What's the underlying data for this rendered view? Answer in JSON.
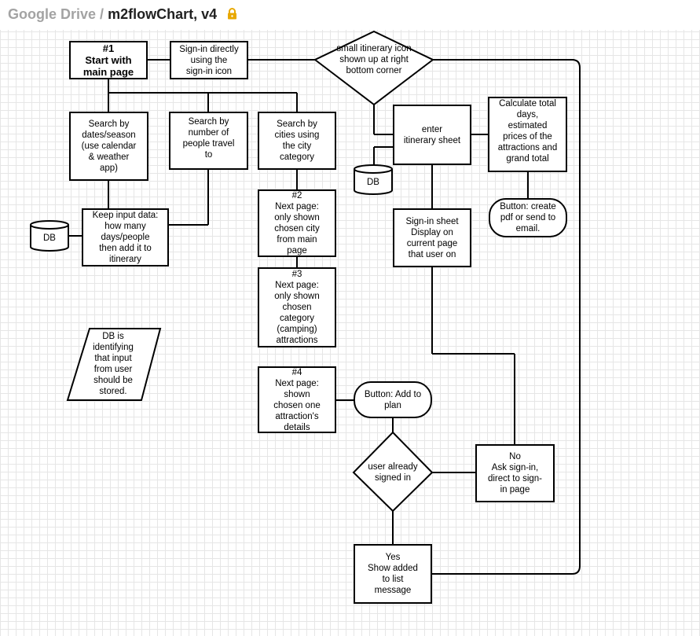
{
  "header": {
    "app": "Google Drive",
    "separator": "/",
    "document": "m2flowChart, v4",
    "lock_icon": "lock-icon",
    "lock_color": "#e8a800"
  },
  "colors": {
    "line": "#000000",
    "grid": "#e6e6e6",
    "node_fill": "#ffffff"
  },
  "nodes": {
    "start": "#1\nStart with\nmain page",
    "signin_direct": "Sign-in directly\nusing the\nsign-in icon",
    "itinerary_icon": "small itinerary icon\nshown up at right\nbottom corner",
    "search_dates": "Search by\ndates/season\n(use calendar\n& weather\napp)",
    "search_people": "Search by\nnumber of\npeople travel\nto",
    "search_cities": "Search by\ncities using\nthe city\ncategory",
    "enter_itinerary": "enter\nitinerary sheet",
    "calculate": "Calculate total\ndays,\nestimated\nprices of the\nattractions and\ngrand total",
    "db_top": "DB",
    "keep_input": "Keep input data:\nhow many\ndays/people\nthen add it to\nitinerary",
    "db_left": "DB",
    "next2": "#2\nNext page:\nonly shown\nchosen city\nfrom main\npage",
    "signin_sheet": "Sign-in sheet\nDisplay on\ncurrent page\nthat user on",
    "create_pdf": "Button: create\npdf or send to\nemail.",
    "next3": "#3\nNext page:\nonly shown\nchosen\ncategory\n(camping)\nattractions",
    "db_note": "DB is\nidentifying\nthat input\nfrom user\nshould be\nstored.",
    "next4": "#4\nNext page:\nshown\nchosen one\nattraction's\ndetails",
    "add_plan": "Button: Add to\nplan",
    "signed_in": "user already\nsigned in",
    "no_signin": "No\nAsk sign-in,\ndirect to sign-\nin page",
    "yes_show": "Yes\nShow added\nto list\nmessage"
  }
}
